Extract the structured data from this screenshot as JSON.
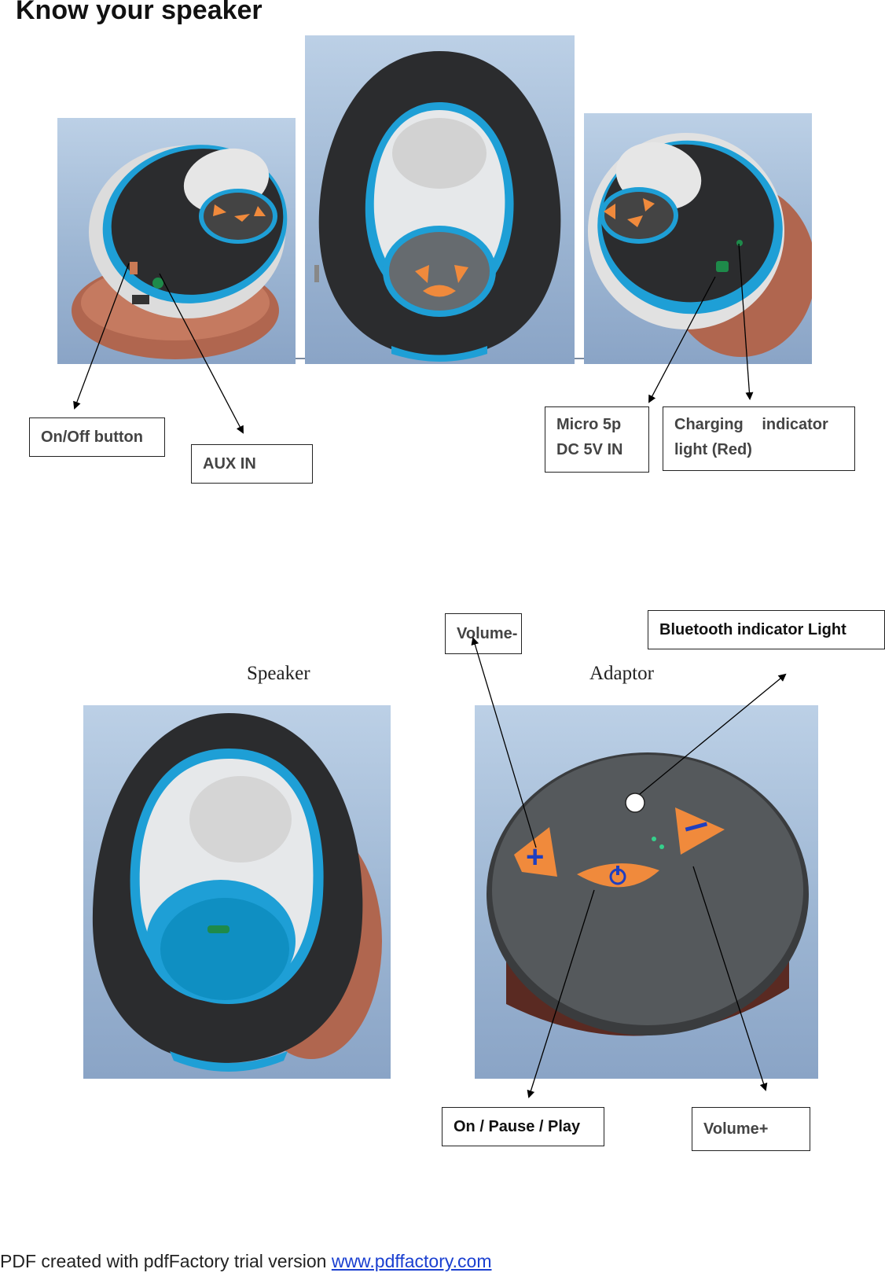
{
  "page": {
    "title": "Know your speaker"
  },
  "callouts": {
    "on_off": "On/Off button",
    "aux_in": "AUX IN",
    "micro_line1": "Micro 5p",
    "micro_line2": "DC 5V IN",
    "charging_line1": "Charging indicator",
    "charging_line2": "light (Red)",
    "volume_minus": "Volume-",
    "bluetooth": "Bluetooth indicator Light",
    "on_pause_play": "On / Pause / Play",
    "volume_plus": "Volume+"
  },
  "captions": {
    "speaker": "Speaker",
    "adaptor": "Adaptor"
  },
  "footer": {
    "text": "PDF created with pdfFactory trial version ",
    "link": "www.pdffactory.com"
  },
  "colors": {
    "accent_blue": "#1e9fd6",
    "button_orange": "#f08a3c",
    "body_dark": "#2b2c2e",
    "base_copper": "#b0664f"
  }
}
